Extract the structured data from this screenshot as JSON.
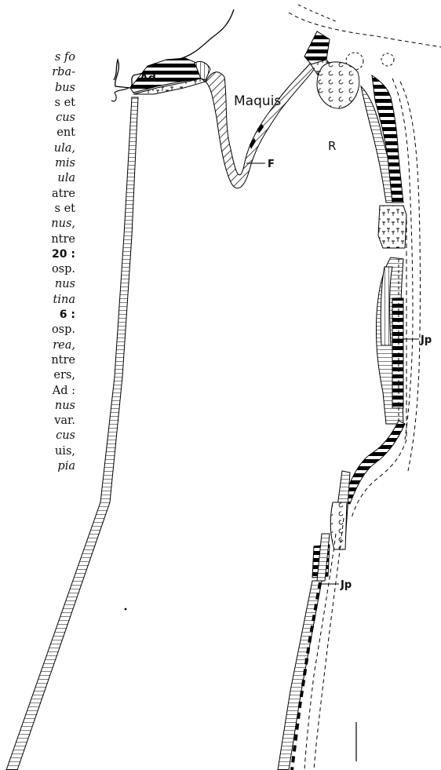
{
  "text_fragment": [
    {
      "t": "s fo",
      "style": "it"
    },
    {
      "t": "rba-",
      "style": "it"
    },
    {
      "t": "bus",
      "style": "it"
    },
    {
      "t": "s et",
      "style": "n"
    },
    {
      "t": "cus",
      "style": "it"
    },
    {
      "t": "ent",
      "style": "n"
    },
    {
      "t": "ula,",
      "style": "it"
    },
    {
      "t": "mis",
      "style": "it"
    },
    {
      "t": "ula",
      "style": "it"
    },
    {
      "t": "atre",
      "style": "n"
    },
    {
      "t": "s et",
      "style": "n"
    },
    {
      "t": "nus,",
      "style": "it"
    },
    {
      "t": "ntre",
      "style": "n"
    },
    {
      "t": "20 :",
      "style": "bd"
    },
    {
      "t": "osp.",
      "style": "n"
    },
    {
      "t": "nus",
      "style": "it"
    },
    {
      "t": "tina",
      "style": "it"
    },
    {
      "t": "6 :",
      "style": "bd"
    },
    {
      "t": "osp.",
      "style": "n"
    },
    {
      "t": "rea,",
      "style": "it"
    },
    {
      "t": "ntre",
      "style": "n"
    },
    {
      "t": "ers,",
      "style": "n"
    },
    {
      "t": "Ad :",
      "style": "n"
    },
    {
      "t": "nus",
      "style": "it"
    },
    {
      "t": "var.",
      "style": "n"
    },
    {
      "t": "cus",
      "style": "it"
    },
    {
      "t": "uis,",
      "style": "n"
    },
    {
      "t": "pia",
      "style": "it"
    }
  ],
  "map_labels": {
    "ad": "Ad",
    "maquis": "Maquis",
    "r": "R",
    "f": "F",
    "jp_upper": "Jp",
    "jp_lower": "Jp"
  }
}
